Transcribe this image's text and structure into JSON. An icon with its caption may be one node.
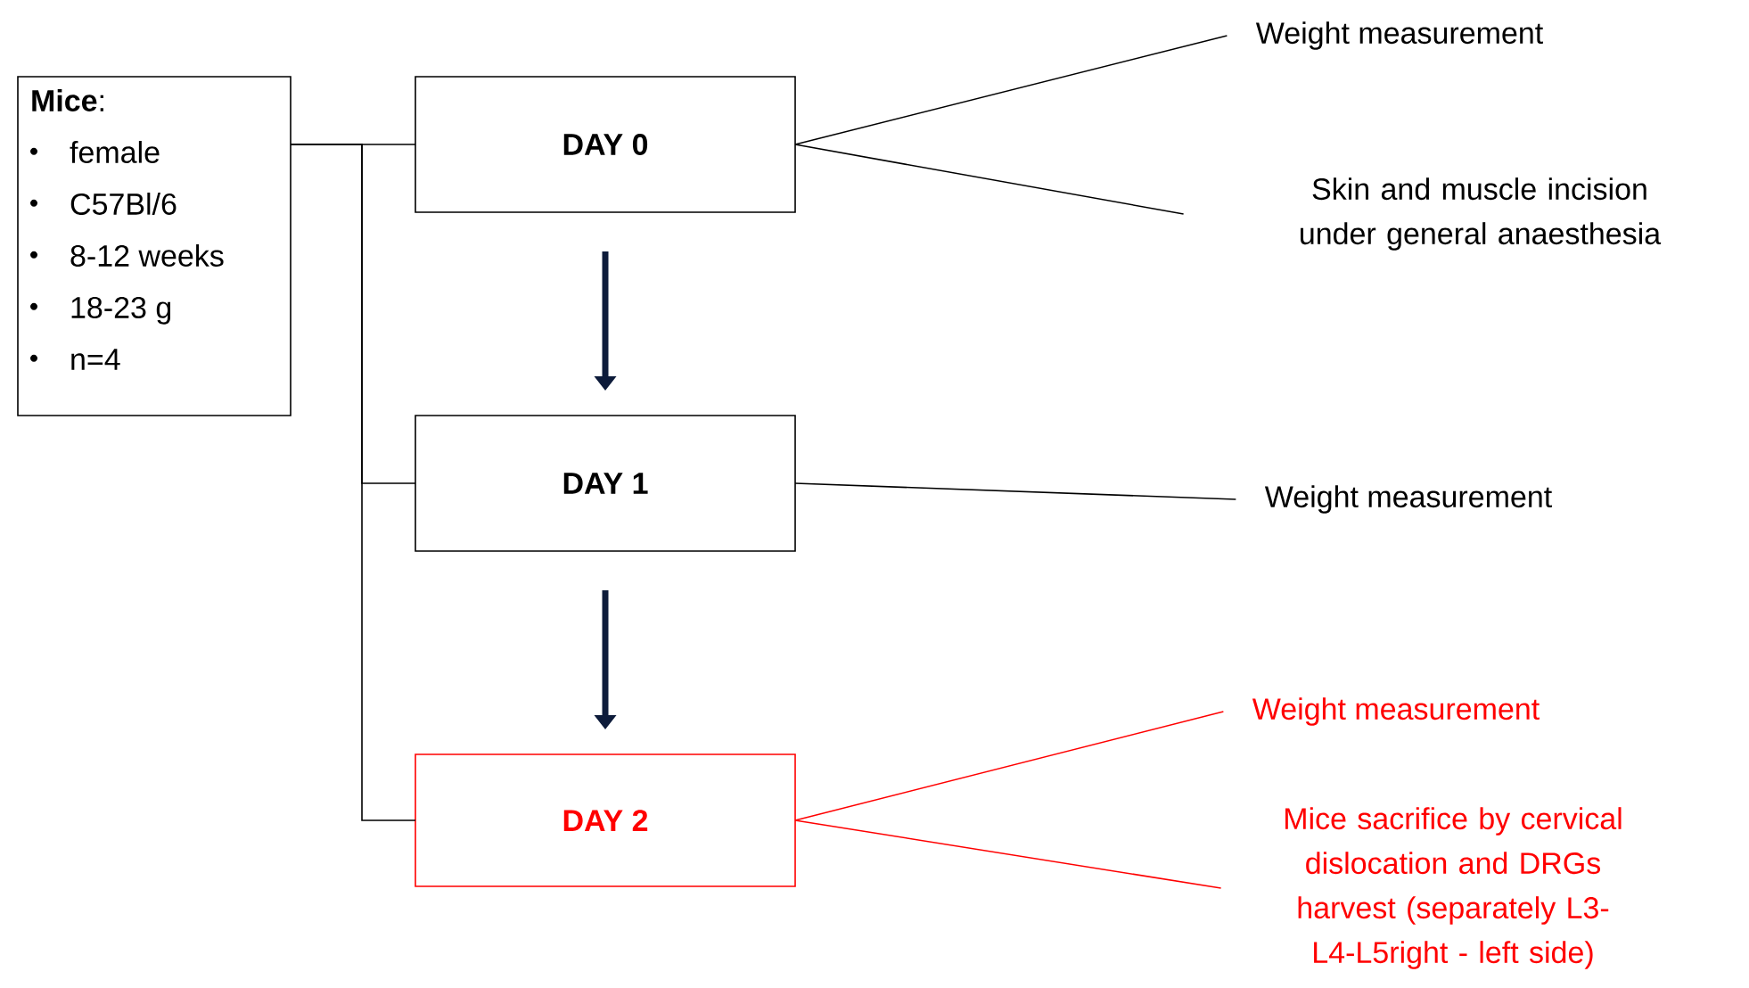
{
  "diagram": {
    "nodes": [
      {
        "text": [
          "**Mice**:",
          "female",
          "C57Bl/6",
          "8-12 weeks",
          "18-23 g",
          "n=4"
        ]
      },
      {
        "text": [
          "DAY 0"
        ]
      },
      {
        "text": [
          "DAY 1"
        ]
      },
      {
        "text": [
          "DAY 2"
        ]
      },
      {
        "text": [
          "Weight measurement"
        ]
      },
      {
        "text": [
          "Skin and muscle incision under general anaesthesia"
        ]
      },
      {
        "text": [
          "Weight measurement"
        ]
      },
      {
        "text": [
          "Weight measurement"
        ]
      },
      {
        "text": [
          "Mice sacrifice by cervical dislocation and DRGs harvest (separately L3-L4-L5right - left side)"
        ]
      }
    ],
    "edges": [
      {
        "from": 0,
        "to": 1,
        "arrow": "none"
      },
      {
        "from": 0,
        "to": 2,
        "arrow": "none"
      },
      {
        "from": 0,
        "to": 3,
        "arrow": "none"
      },
      {
        "from": 1,
        "to": 2,
        "arrow": "to",
        "style": "thick"
      },
      {
        "from": 2,
        "to": 3,
        "arrow": "to",
        "style": "thick"
      },
      {
        "from": 1,
        "to": 4,
        "arrow": "none"
      },
      {
        "from": 1,
        "to": 5,
        "arrow": "none"
      },
      {
        "from": 2,
        "to": 6,
        "arrow": "none"
      },
      {
        "from": 3,
        "to": 7,
        "arrow": "none",
        "color": "#ff0000"
      },
      {
        "from": 3,
        "to": 8,
        "arrow": "none",
        "color": "#ff0000"
      }
    ]
  }
}
